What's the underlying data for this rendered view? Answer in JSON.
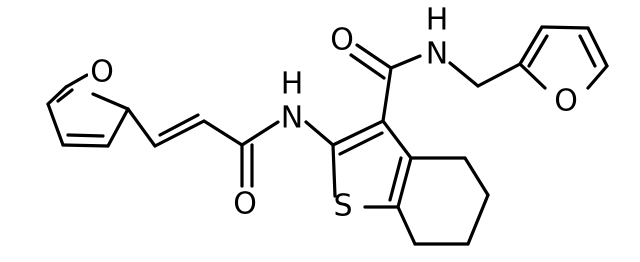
{
  "molecule": {
    "atoms": [
      {
        "id": "O_left_furan",
        "symbol": "O"
      },
      {
        "id": "N_amide_left",
        "symbol": "H"
      },
      {
        "id": "N_amide_left_N",
        "symbol": "N"
      },
      {
        "id": "O_carbonyl_left",
        "symbol": "O"
      },
      {
        "id": "S_thiophene",
        "symbol": "S"
      },
      {
        "id": "O_carbonyl_top",
        "symbol": "O"
      },
      {
        "id": "N_amide_right_H",
        "symbol": "H"
      },
      {
        "id": "N_amide_right_N",
        "symbol": "N"
      },
      {
        "id": "O_right_furan",
        "symbol": "O"
      }
    ]
  }
}
